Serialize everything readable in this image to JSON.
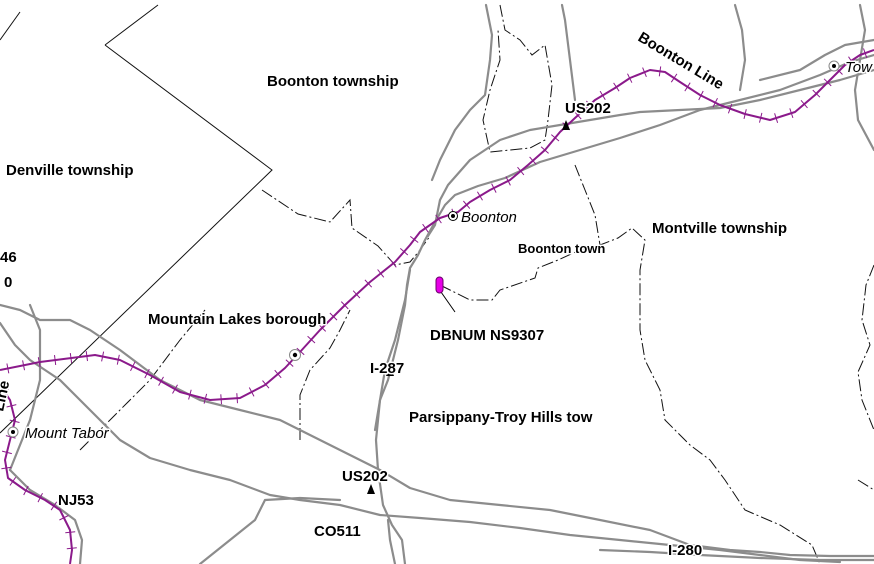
{
  "map": {
    "labels": {
      "boonton_township": "Boonton township",
      "denville_township": "Denville township",
      "mountain_lakes": "Mountain Lakes borough",
      "boonton_town": "Boonton town",
      "montville_township": "Montville township",
      "parsippany": "Parsippany-Troy Hills tow",
      "partial_46": "46",
      "partial_0": "0"
    },
    "places": {
      "boonton": "Boonton",
      "mount_tabor": "Mount Tabor",
      "town_partial": "Tow"
    },
    "routes": {
      "us202_top": "US202",
      "us202_bottom": "US202",
      "i287": "I-287",
      "i280": "I-280",
      "co511": "CO511",
      "nj53": "NJ53"
    },
    "rail_lines": {
      "boonton_line": "Boonton Line",
      "partial_line": "Line"
    },
    "feature": {
      "label": "DBNUM NS9307",
      "color": "#e600e6"
    },
    "colors": {
      "rail": "#8b1a8b",
      "road": "#8c8c8c",
      "boundary": "#111111",
      "background": "#ffffff"
    }
  }
}
